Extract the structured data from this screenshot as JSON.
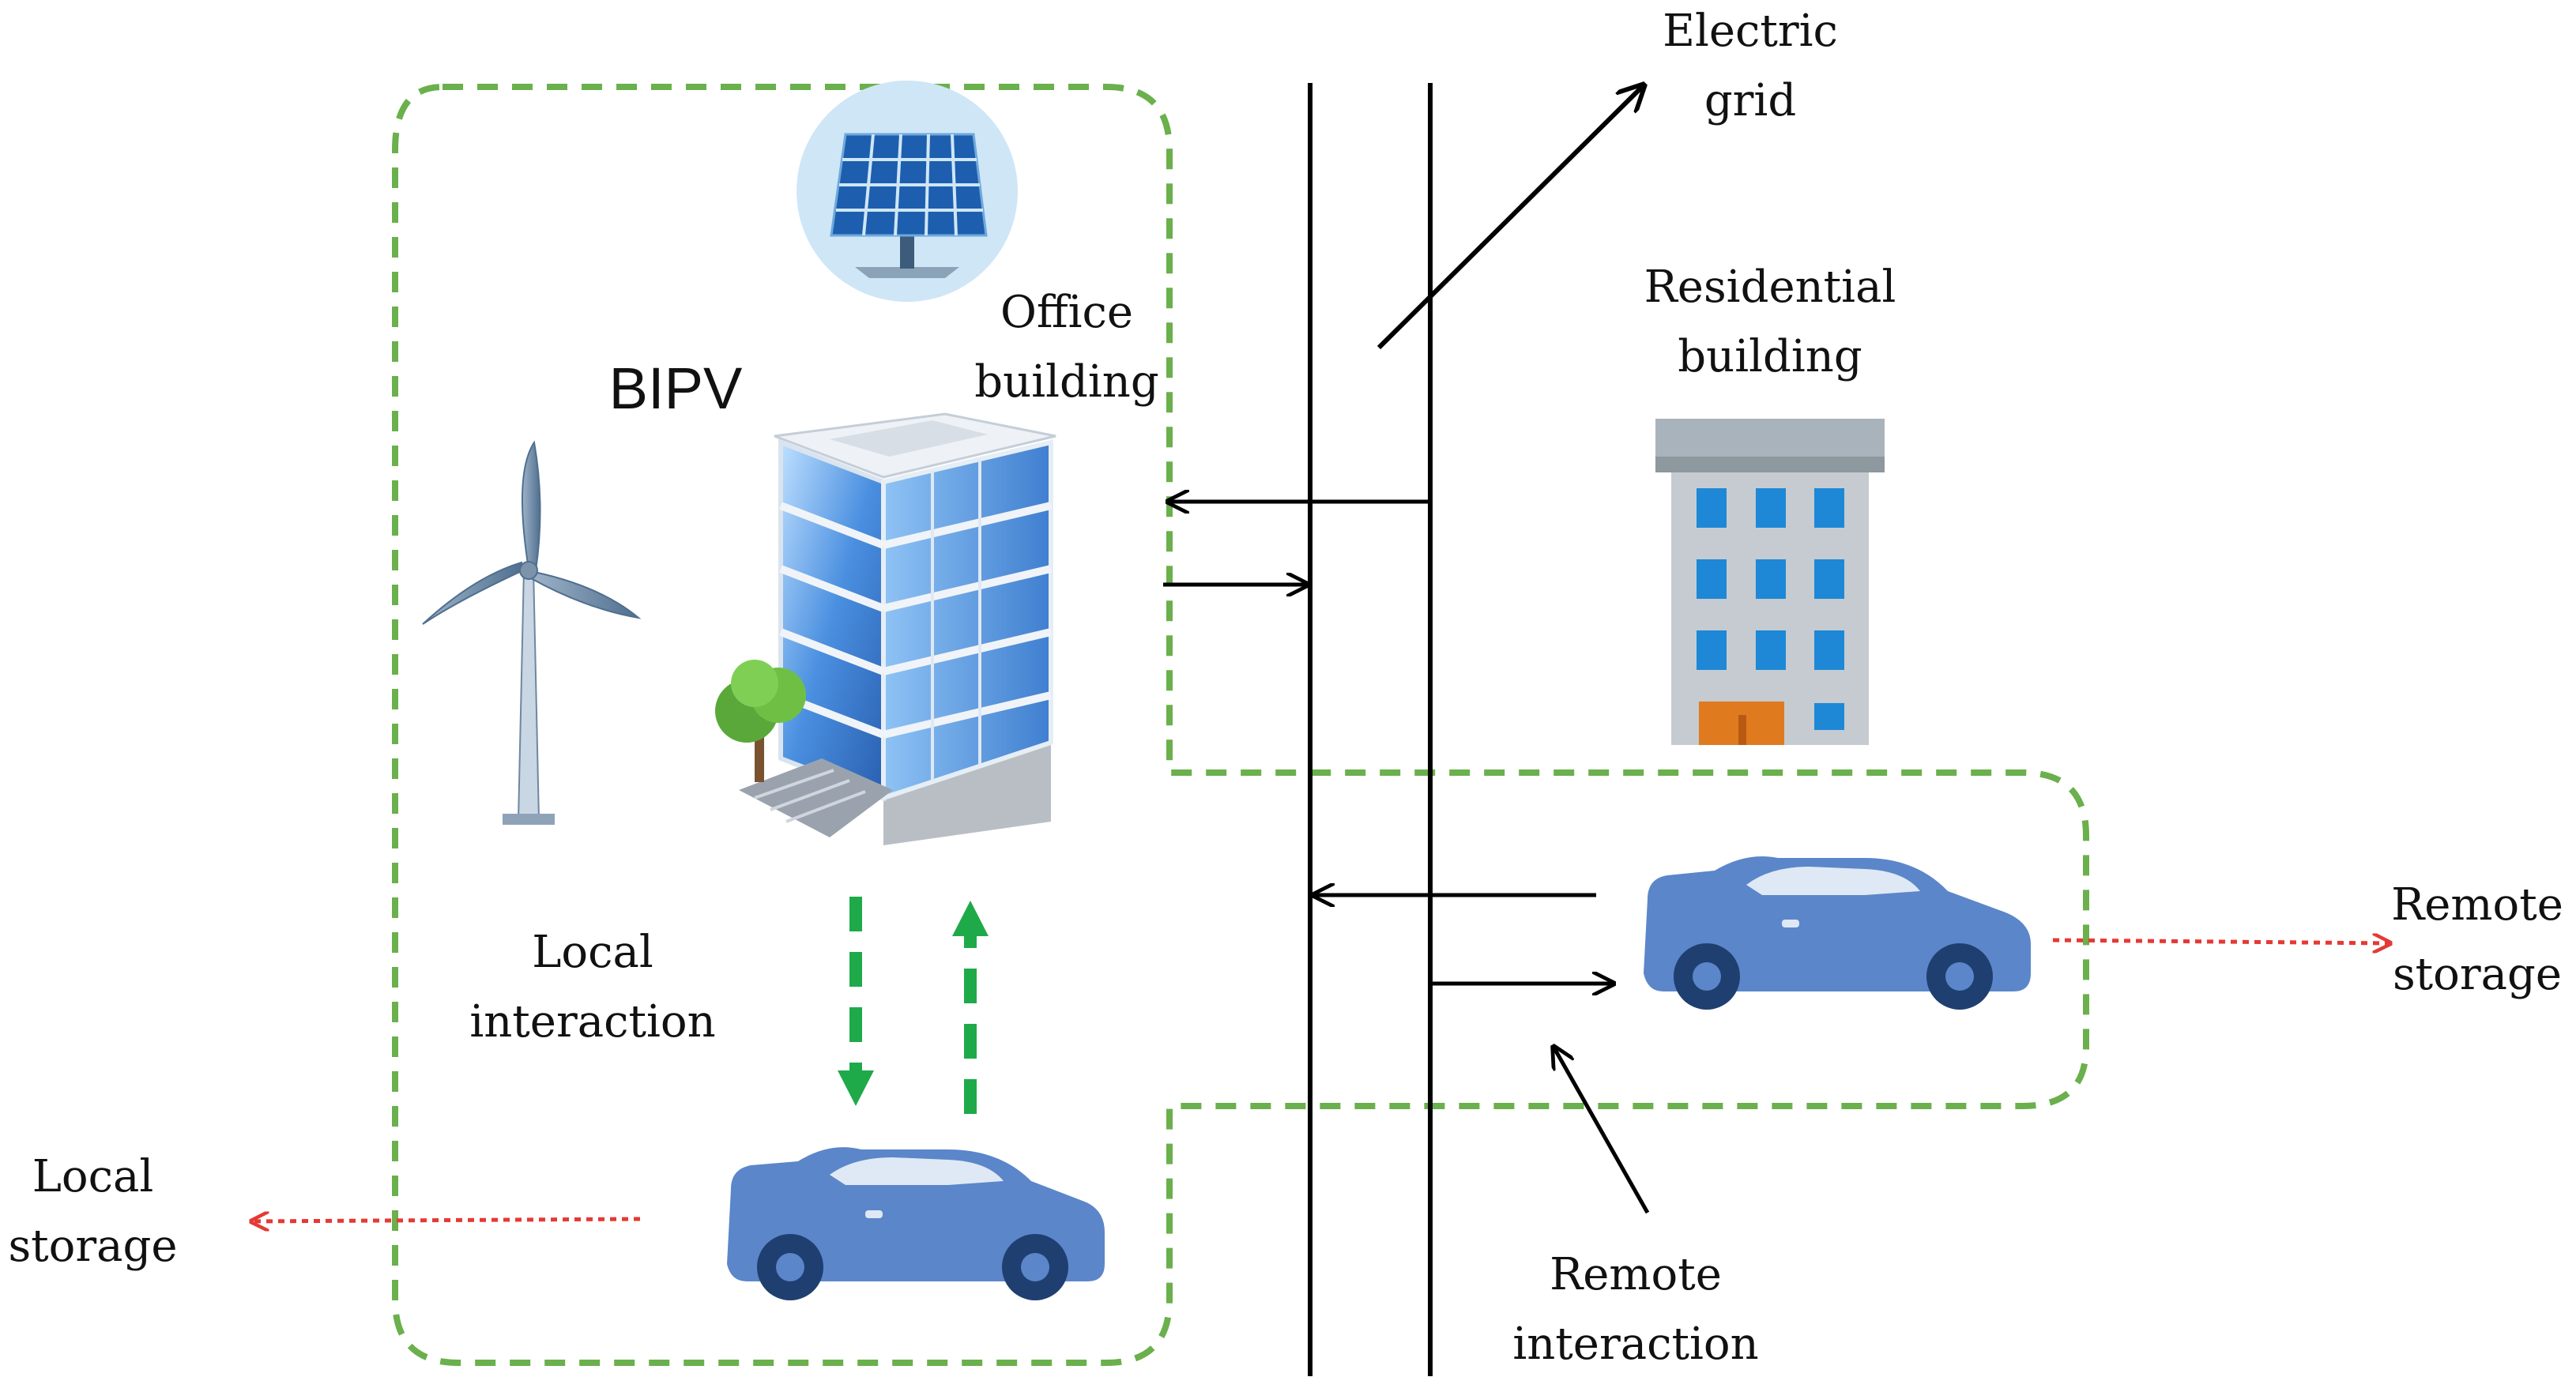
{
  "labels": {
    "electric_grid": [
      "Electric",
      "grid"
    ],
    "office_building": [
      "Office",
      "building"
    ],
    "residential_building": [
      "Residential",
      "building"
    ],
    "bipv": "BIPV",
    "local_interaction": [
      "Local",
      "interaction"
    ],
    "local_storage": [
      "Local",
      "storage"
    ],
    "remote_storage": [
      "Remote",
      "storage"
    ],
    "remote_interaction": [
      "Remote",
      "interaction"
    ]
  },
  "colors": {
    "boundary": "#6ab04c",
    "local_flow": "#1faa4a",
    "storage_arrow": "#e53935",
    "line": "#000000",
    "car_body": "#5b86c9",
    "solar_bg": "#cfe6f7"
  },
  "icons": [
    "solar-panel-icon",
    "wind-turbine-icon",
    "office-building-icon",
    "residential-building-icon",
    "car-icon"
  ]
}
